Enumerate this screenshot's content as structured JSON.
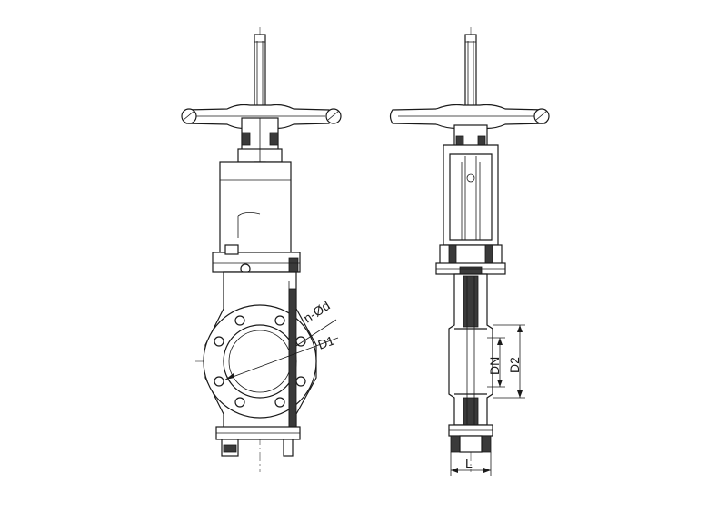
{
  "labels": {
    "n_d": "n-Ød",
    "d1": "D1",
    "dn": "DN",
    "d2": "D2",
    "l": "L"
  },
  "colors": {
    "line": "#1a1a1a",
    "hatch": "#3a3a3a",
    "background": "#ffffff"
  }
}
